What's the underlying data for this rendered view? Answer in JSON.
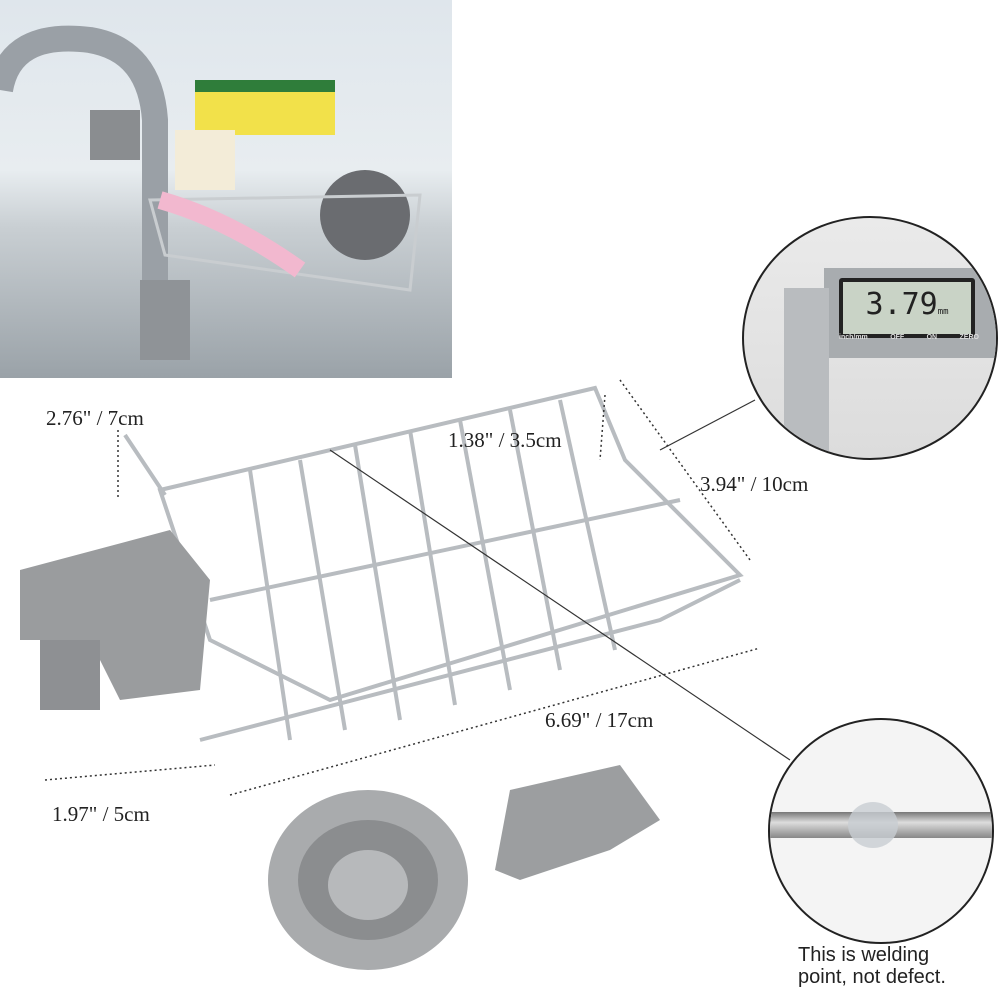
{
  "dimensions": {
    "height_side": "2.76\" / 7cm",
    "inner_depth": "1.38\" / 3.5cm",
    "width": "3.94\" / 10cm",
    "length": "6.69\" / 17cm",
    "clip_height": "1.97\" / 5cm"
  },
  "caliper": {
    "reading": "3.79",
    "unit": "mm",
    "buttons": [
      "inch/mm",
      "OFF",
      "ON",
      "ZERO"
    ]
  },
  "welding_note": {
    "line1": "This is welding",
    "line2": "point, not defect."
  },
  "colors": {
    "metal": "#b8bcc0",
    "plastic": "#9a9c9e",
    "sponge": "#f2e14a"
  }
}
